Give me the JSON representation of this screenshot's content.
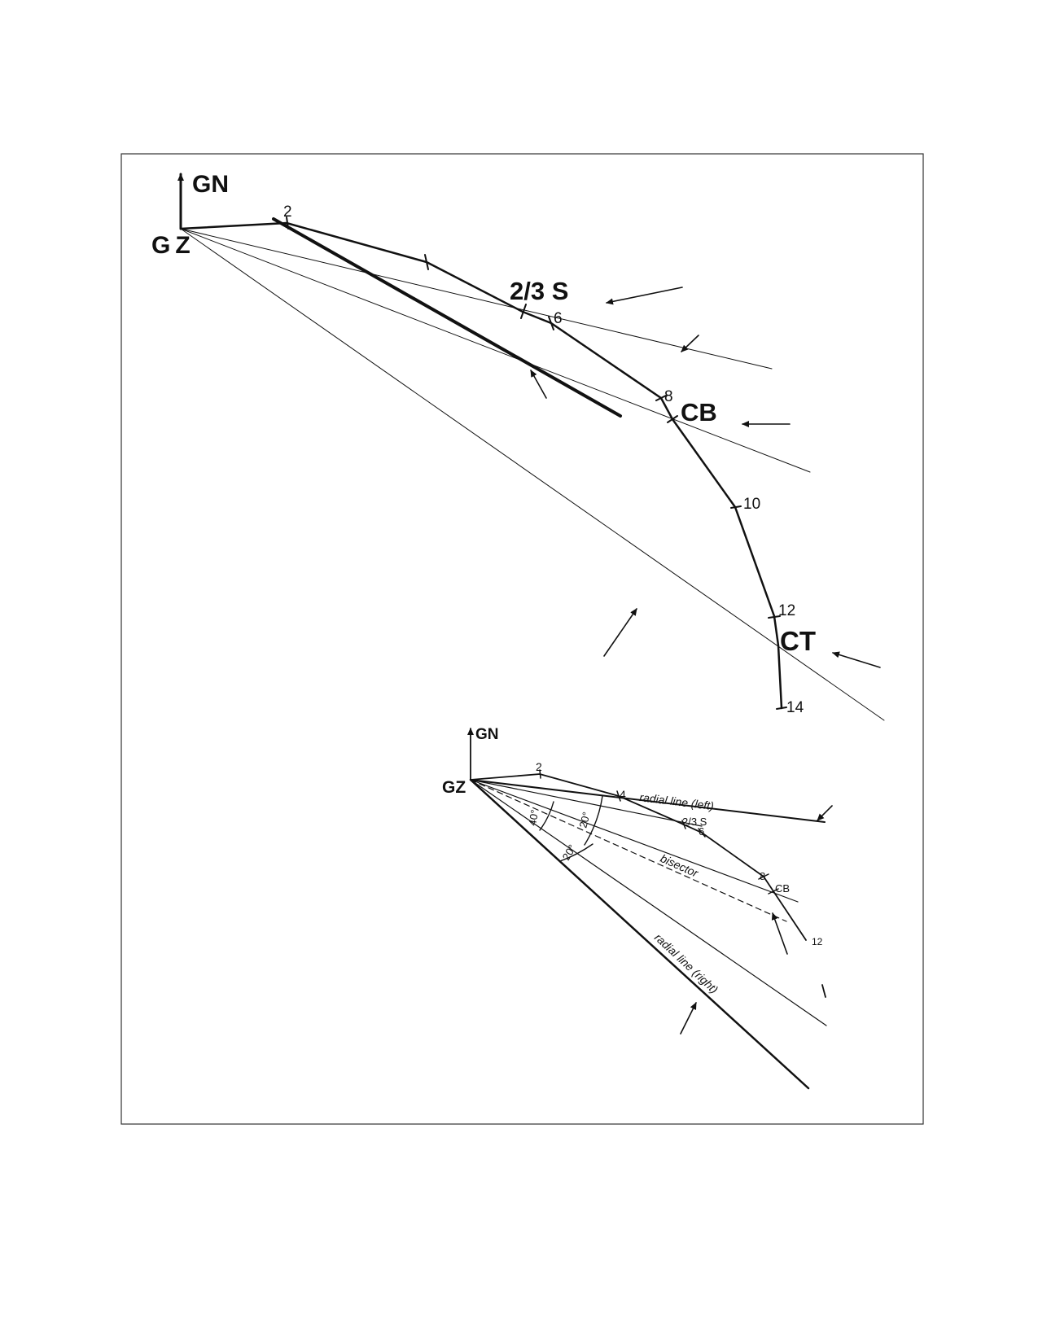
{
  "figure_a": {
    "north_label": "GN",
    "origin_label": "GZ",
    "point_labels": [
      "2",
      "6",
      "8",
      "10",
      "12",
      "14"
    ],
    "two_thirds_label": "2/3 S",
    "cb_label": "CB",
    "ct_label": "CT"
  },
  "figure_b": {
    "north_label": "GN",
    "origin_label": "GZ",
    "point_labels": [
      "2",
      "4",
      "6",
      "8",
      "12"
    ],
    "two_thirds_label": "2/3 S",
    "cb_label": "CB",
    "radial_left_label": "radial line (left)",
    "radial_right_label": "radial line (right)",
    "bisector_label": "bisector",
    "angle_labels": [
      "40°",
      "20°",
      "20°"
    ]
  }
}
